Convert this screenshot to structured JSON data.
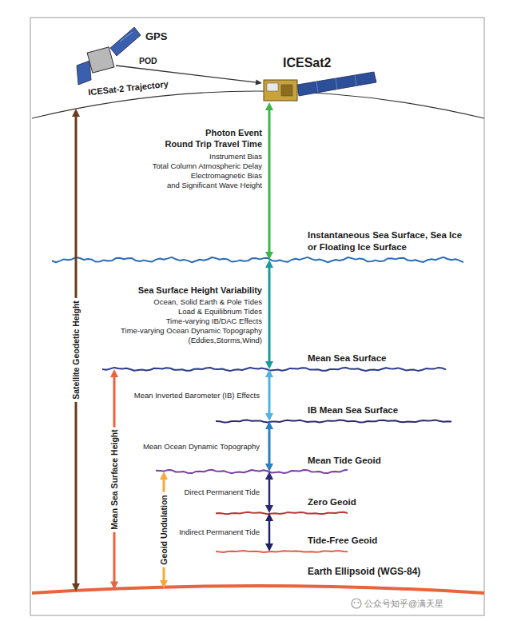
{
  "diagram": {
    "nodes": [
      {
        "text": [
          "GPS"
        ]
      },
      {
        "text": [
          "ICESat2"
        ]
      },
      {
        "text": [
          "ICESat-2 Trajectory"
        ]
      },
      {
        "text": [
          "Instantaneous Sea Surface, Sea Ice or Floating Ice Surface"
        ]
      },
      {
        "text": [
          "Mean Sea Surface"
        ]
      },
      {
        "text": [
          "IB Mean Sea Surface"
        ]
      },
      {
        "text": [
          "Mean Tide Geoid"
        ]
      },
      {
        "text": [
          "Zero Geoid"
        ]
      },
      {
        "text": [
          "Tide-Free Geoid"
        ]
      },
      {
        "text": [
          "Earth Ellipsoid (WGS-84)"
        ]
      }
    ],
    "edges": [
      {
        "from": 0,
        "to": 1,
        "arrow": "to",
        "label": "POD"
      },
      {
        "from": 1,
        "to": 3,
        "arrow": "both"
      },
      {
        "from": 3,
        "to": 4,
        "arrow": "both"
      },
      {
        "from": 4,
        "to": 5,
        "arrow": "both",
        "label": "Mean Inverted Barometer (IB) Effects"
      },
      {
        "from": 5,
        "to": 6,
        "arrow": "both",
        "label": "Mean Ocean Dynamic Topography"
      },
      {
        "from": 6,
        "to": 7,
        "arrow": "both",
        "label": "Direct Permanent Tide"
      },
      {
        "from": 7,
        "to": 8,
        "arrow": "both",
        "label": "Indirect Permanent Tide"
      },
      {
        "from": 2,
        "to": 9,
        "arrow": "both",
        "label": "Satellite Geodetic Height"
      },
      {
        "from": 4,
        "to": 9,
        "arrow": "both",
        "label": "Mean Sea Surface Height"
      },
      {
        "from": 6,
        "to": 9,
        "arrow": "both",
        "label": "Geoid Undulation"
      }
    ],
    "labels": [
      "Photon Event",
      "Round Trip Travel Time",
      "Instrument Bias",
      "Total Column Atmospheric Delay",
      "Electromagnetic Bias",
      "and Significant Wave Height",
      "Sea Surface Height Variability",
      "Ocean, Solid Earth & Pole Tides",
      "Load & Equilibrium Tides",
      "Time-varying IB/DAC Effects",
      "Time-varying Ocean Dynamic Topography",
      "(Eddies,Storms,Wind)",
      "公众号知乎@满天星"
    ]
  }
}
